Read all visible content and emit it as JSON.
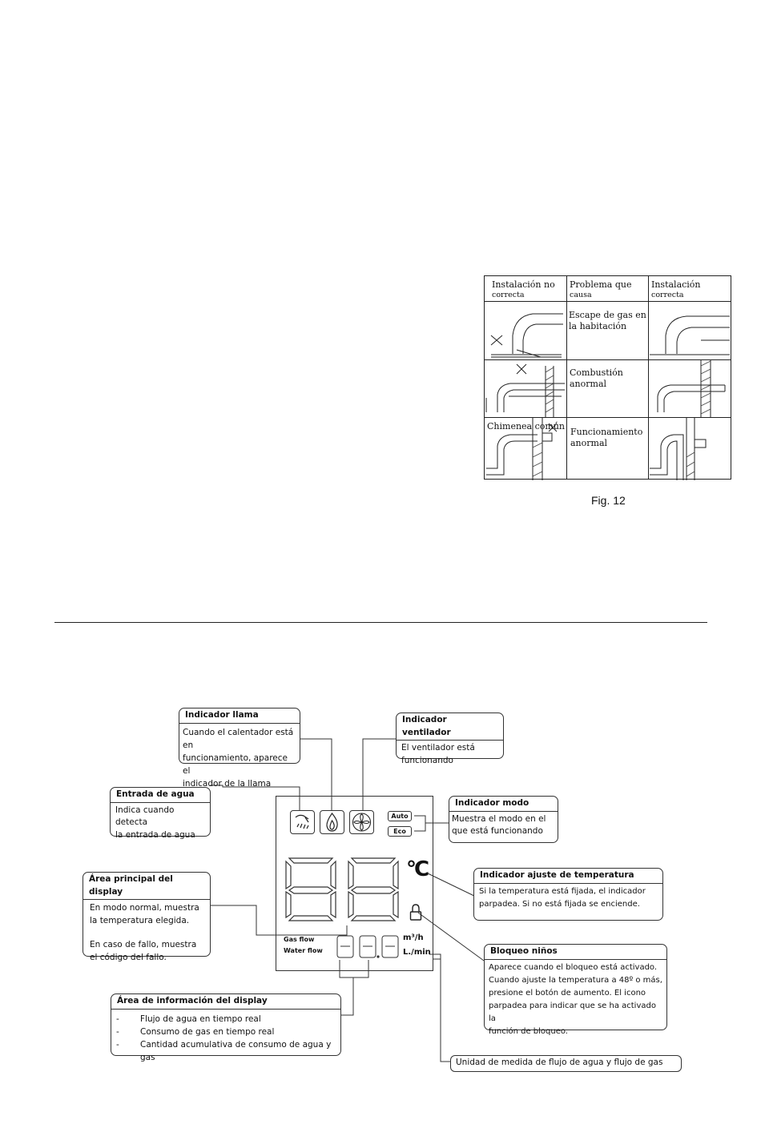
{
  "fig12": {
    "headers": [
      {
        "line1": "Instalación no",
        "line2": "correcta"
      },
      {
        "line1": "Problema que",
        "line2": "causa"
      },
      {
        "line1": "Instalación",
        "line2": "correcta"
      }
    ],
    "rows": [
      {
        "problem": [
          "Escape de gas en",
          "la habitación"
        ]
      },
      {
        "problem": [
          "Combustión",
          "anormal"
        ]
      },
      {
        "problem": [
          "Funcionamiento",
          "anormal"
        ],
        "label": "Chimenea común"
      }
    ],
    "caption": "Fig. 12"
  },
  "display": {
    "mode_labels": [
      "Auto",
      "Eco"
    ],
    "gas_flow_label": "Gas flow",
    "water_flow_label": "Water flow",
    "unit_gas": "m³/h",
    "unit_water": "L./min",
    "temp_unit": "°C"
  },
  "callouts": {
    "flame": {
      "title": "Indicador llama",
      "lines": [
        "Cuando el calentador está en",
        "funcionamiento, aparece el",
        "indicador de la llama"
      ]
    },
    "fan": {
      "title": "Indicador ventilador",
      "lines": [
        "El ventilador está",
        "funcionando"
      ]
    },
    "water_in": {
      "title": "Entrada de agua",
      "lines": [
        "Indica cuando detecta",
        "la entrada de agua"
      ]
    },
    "mode": {
      "title": "Indicador modo",
      "lines": [
        "Muestra el modo en el",
        "que está funcionando"
      ]
    },
    "main_area": {
      "title": "Área principal del display",
      "lines": [
        "En modo normal, muestra",
        "la temperatura elegida.",
        "",
        "En caso de fallo, muestra",
        "el código del fallo."
      ]
    },
    "temp_set": {
      "title": "Indicador ajuste de temperatura",
      "lines": [
        "Si la temperatura está fijada, el indicador",
        "parpadea. Si no está fijada se enciende."
      ]
    },
    "child_lock": {
      "title": "Bloqueo niños",
      "lines": [
        "Aparece cuando el bloqueo está activado.",
        "Cuando ajuste la temperatura a 48º o más,",
        "presione el botón de aumento. El icono",
        "parpadea para indicar que se ha activado la",
        "función de bloqueo."
      ]
    },
    "info_area": {
      "title": "Área de información del display",
      "items": [
        "Flujo de agua en tiempo real",
        "Consumo de gas en tiempo real",
        "Cantidad acumulativa de consumo de agua y gas"
      ]
    },
    "units": {
      "text": "Unidad de medida de flujo de agua y flujo de gas"
    }
  }
}
